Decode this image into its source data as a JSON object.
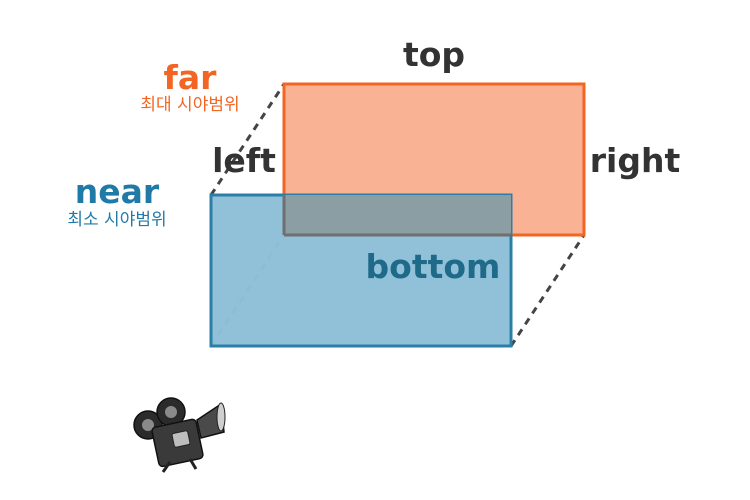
{
  "labels": {
    "far": "far",
    "far_sub": "최대 시야범위",
    "near": "near",
    "near_sub": "최소 시야범위",
    "top": "top",
    "left": "left",
    "right": "right",
    "bottom": "bottom"
  },
  "colors": {
    "far_stroke": "#f26522",
    "far_fill": "#f9b294",
    "near_stroke": "#2a7fa6",
    "near_fill": "#8fc0d8",
    "overlap_fill": "#8a9ea4",
    "label_dark": "#333333",
    "bottom_label": "#1f6a88",
    "dashed_edge": "#444444"
  },
  "icons": {
    "camera": "movie-camera-icon"
  }
}
